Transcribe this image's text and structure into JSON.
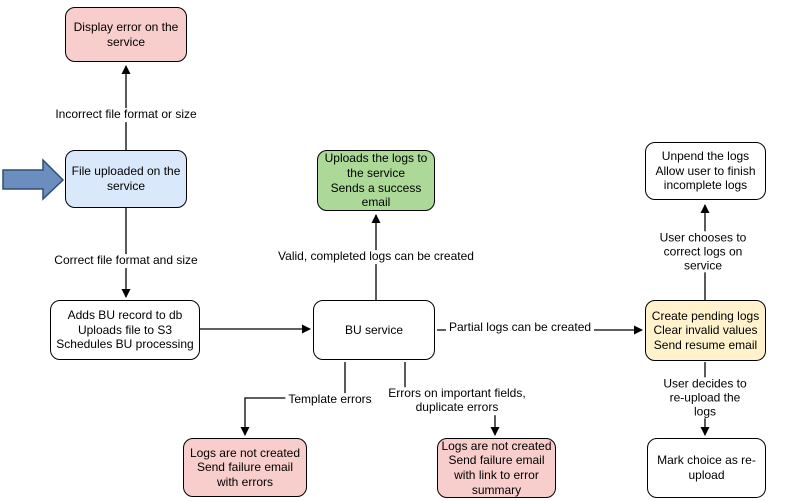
{
  "diagram": {
    "background": "#FFFFFF",
    "colors": {
      "node_fills": {
        "pink": "#F8CECC",
        "blue": "#DAE8FC",
        "green": "#ADD998",
        "yellow": "#FFF2CC",
        "white": "#FFFFFF"
      },
      "node_stroke": "#000000",
      "connector_stroke": "#000000",
      "pointer_fill": "#6C8EBF",
      "pointer_stroke": "#2D4E77"
    },
    "nodes": {
      "display_error": {
        "text": "Display error on the\nservice"
      },
      "file_uploaded": {
        "text": "File uploaded on the\nservice"
      },
      "adds_bu_record": {
        "text": "Adds BU record to db\nUploads file to S3\nSchedules BU processing"
      },
      "uploads_logs": {
        "text": "Uploads the logs to\nthe service\nSends a success\nemail"
      },
      "bu_service": {
        "text": "BU service"
      },
      "unpend_logs": {
        "text": "Unpend the logs\nAllow user to finish\nincomplete logs"
      },
      "create_pending_logs": {
        "text": "Create pending logs\nClear invalid values\nSend resume email"
      },
      "logs_not_created_errors": {
        "text": "Logs are not created\nSend failure email\nwith errors"
      },
      "logs_not_created_summary": {
        "text": "Logs are not created\nSend failure email\nwith link to error\nsummary"
      },
      "mark_choice_reupload": {
        "text": "Mark choice as re-\nupload"
      }
    },
    "edge_labels": {
      "incorrect_file": "Incorrect file format or size",
      "correct_file": "Correct file format and size",
      "valid_completed": "Valid, completed logs can be created",
      "partial_logs": "Partial logs can be created",
      "template_errors": "Template errors",
      "errors_important_fields": "Errors on important fields,\nduplicate errors",
      "user_chooses_correct": "User chooses to correct logs on service",
      "user_decides_reupload": "User decides to re-upload the logs"
    }
  }
}
